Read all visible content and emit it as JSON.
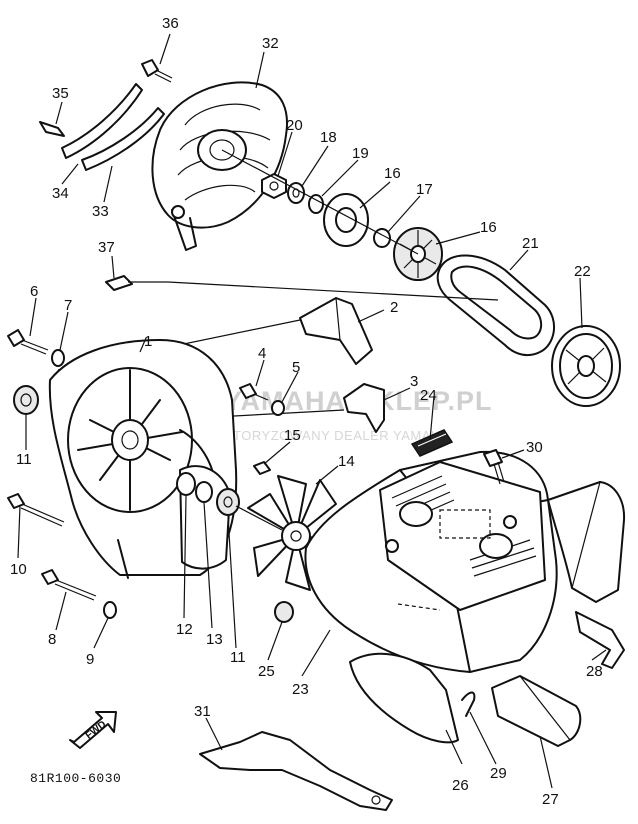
{
  "diagram_code": "81R100-6030",
  "fwd_label": "FWD",
  "watermark": {
    "main": "YAMAHA-SKLEP.PL",
    "sub": "AUTORYZOWANY DEALER YAMAHA"
  },
  "callouts": [
    "1",
    "2",
    "3",
    "4",
    "5",
    "6",
    "7",
    "8",
    "9",
    "10",
    "11",
    "11",
    "12",
    "13",
    "14",
    "15",
    "16",
    "16",
    "17",
    "18",
    "19",
    "20",
    "21",
    "22",
    "23",
    "24",
    "25",
    "26",
    "27",
    "28",
    "29",
    "30",
    "31",
    "32",
    "33",
    "34",
    "35",
    "36",
    "37"
  ],
  "colors": {
    "line": "#111111",
    "watermark": "#d0d0d0",
    "logo_red": "#e88a8a"
  }
}
